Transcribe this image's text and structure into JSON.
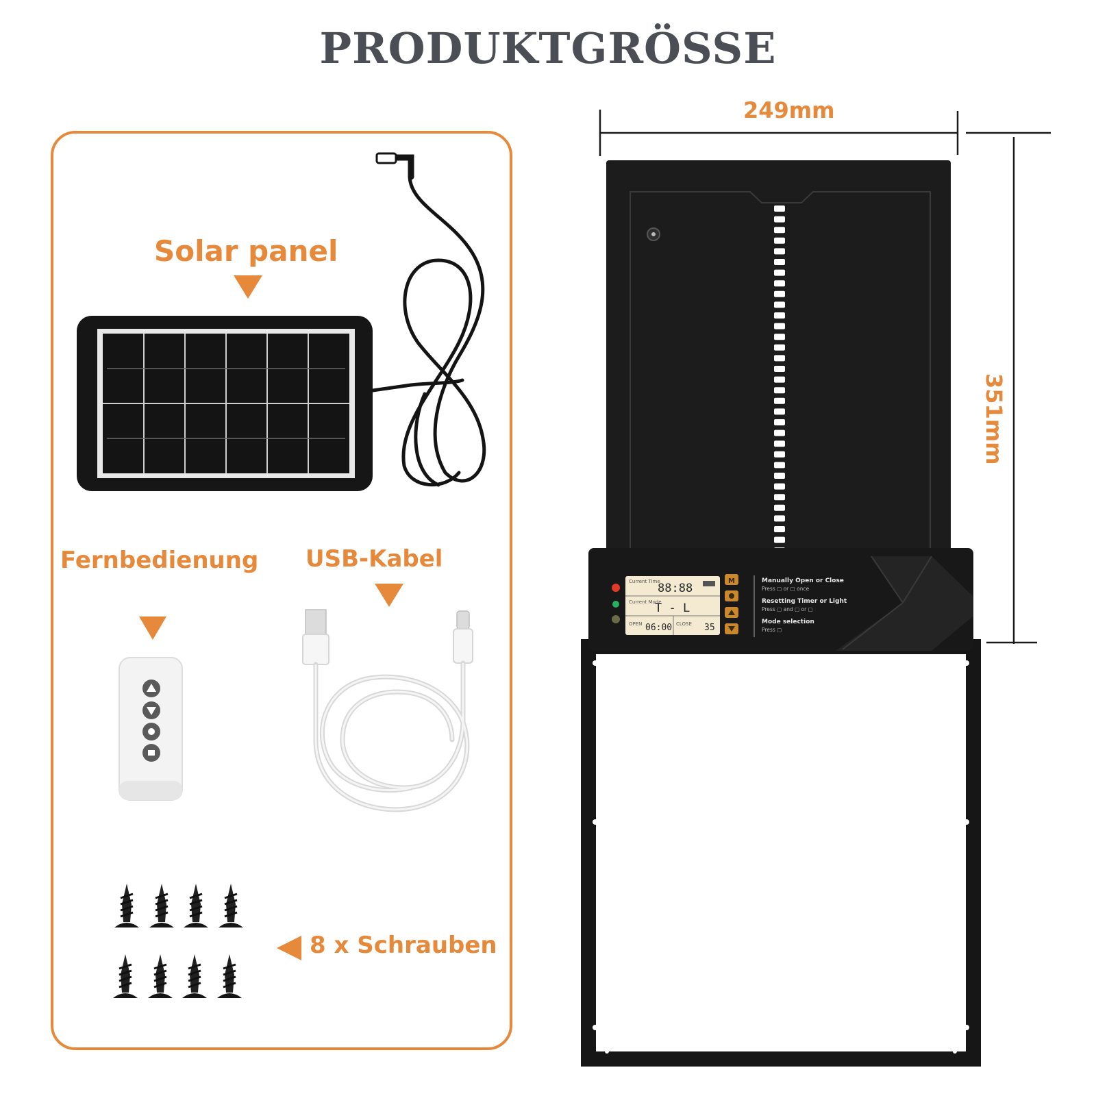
{
  "title": "PRODUKTGRÖSSE",
  "accessories": {
    "solar_panel_label": "Solar panel",
    "remote_label": "Fernbedienung",
    "usb_cable_label": "USB-Kabel",
    "screws_label": "8 x Schrauben"
  },
  "dimensions": {
    "width": "249mm",
    "height": "351mm"
  },
  "control_panel": {
    "lcd_current_time_label": "Current Time",
    "lcd_time_value": "88:88",
    "lcd_current_mode_label": "Current Mode",
    "lcd_mode_value": "T - L",
    "lcd_open_label": "OPEN",
    "lcd_open_value": "06:00",
    "lcd_close_label": "CLOSE",
    "lcd_close_value": "35",
    "instr_1_title": "Manually Open or Close",
    "instr_1_detail": "Press ▢ or ▢ once",
    "instr_2_title": "Resetting Timer or Light",
    "instr_2_detail": "Press ▢ and ▢ or ▢",
    "instr_3_title": "Mode selection",
    "instr_3_detail": "Press ▢",
    "button_m": "M"
  },
  "colors": {
    "accent_orange": "#e6893b",
    "title_gray": "#4b4f55",
    "door_black": "#1c1c1c"
  }
}
